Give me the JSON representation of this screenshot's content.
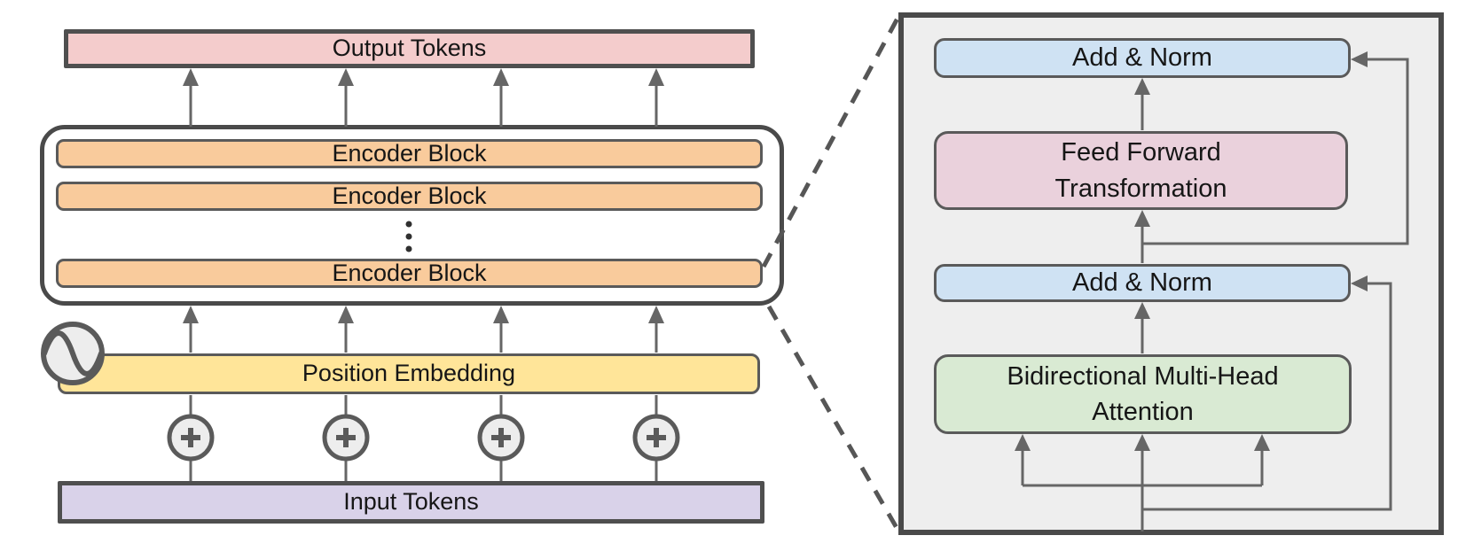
{
  "left_diagram": {
    "output_label": "Output Tokens",
    "encoder_container": {
      "blocks": [
        {
          "label": "Encoder Block"
        },
        {
          "label": "Encoder Block"
        },
        {
          "label": "Encoder Block"
        }
      ],
      "ellipsis_icon": "vertical-ellipsis-icon"
    },
    "position_label": "Position Embedding",
    "input_label": "Input Tokens",
    "icons": {
      "sine_wave": "sine-wave-icon",
      "plus": "plus-icon"
    }
  },
  "right_panel": {
    "add_norm_top_label": "Add & Norm",
    "feed_forward_label_line1": "Feed Forward",
    "feed_forward_label_line2": "Transformation",
    "add_norm_bottom_label": "Add & Norm",
    "attention_label_line1": "Bidirectional Multi-Head",
    "attention_label_line2": "Attention"
  },
  "colors": {
    "output_fill": "#f4cccc",
    "encoder_fill": "#f9cb9c",
    "position_fill": "#ffe599",
    "input_fill": "#d9d2e9",
    "add_norm_fill": "#cfe2f3",
    "feed_forward_fill": "#ead1dc",
    "attention_fill": "#d9ead3",
    "panel_fill": "#eeeeee",
    "border_dark": "#4f4f4f",
    "arrow_gray": "#666666"
  }
}
